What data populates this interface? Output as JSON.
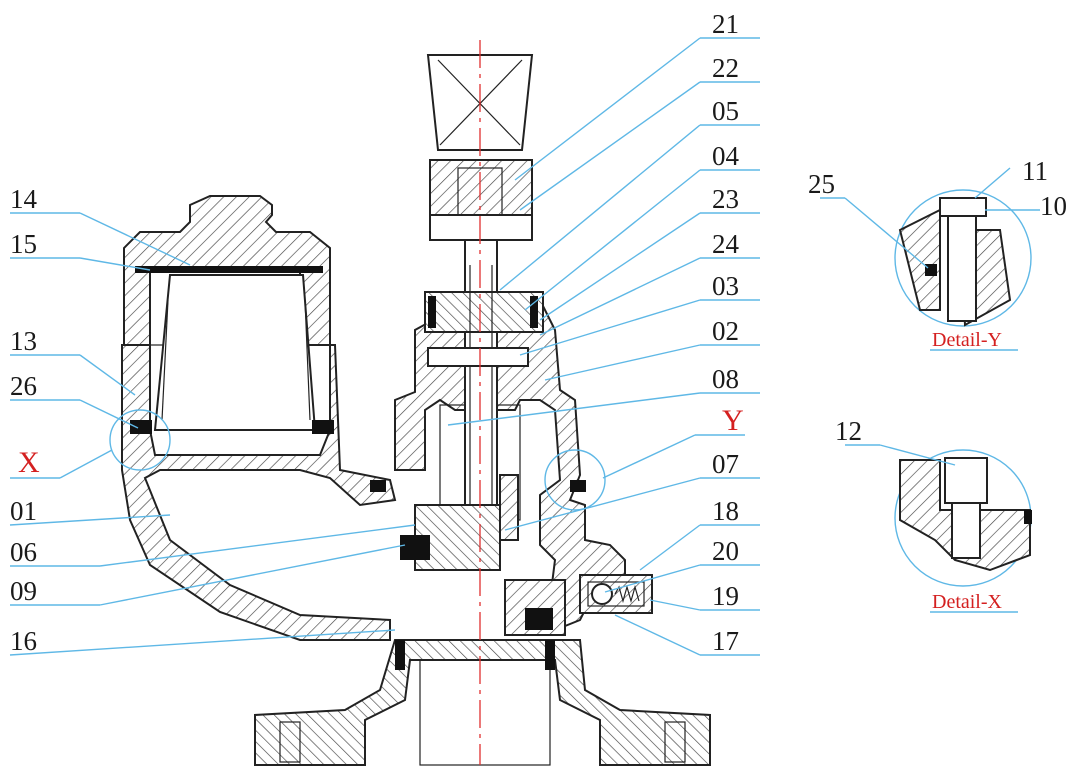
{
  "colors": {
    "outline": "#222222",
    "hatch": "#444444",
    "leader": "#5fb8e6",
    "label": "#1a1a1a",
    "detail": "#d42020",
    "seal": "#111111"
  },
  "labels_left": [
    "14",
    "15",
    "13",
    "26",
    "01",
    "06",
    "09",
    "16"
  ],
  "labels_right": [
    "21",
    "22",
    "05",
    "04",
    "23",
    "24",
    "03",
    "02",
    "08",
    "07",
    "18",
    "20",
    "19",
    "17"
  ],
  "detail_labels": [
    "11",
    "10",
    "25",
    "12"
  ],
  "markers": {
    "x": "X",
    "y": "Y"
  },
  "details": {
    "y_caption": "Detail-Y",
    "x_caption": "Detail-X"
  }
}
